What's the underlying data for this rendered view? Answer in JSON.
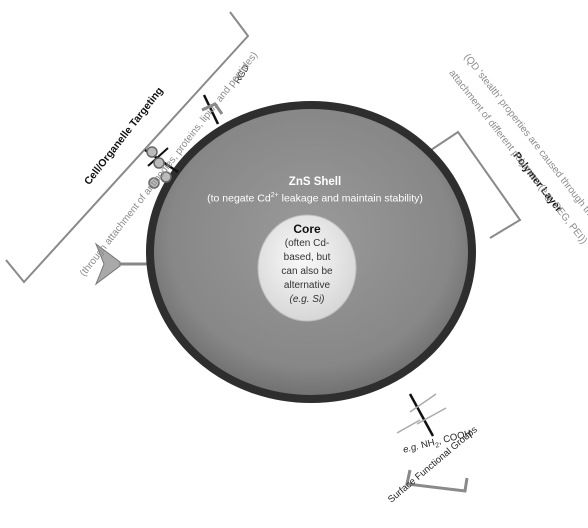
{
  "shell": {
    "title": "ZnS Shell",
    "subtitle_pre": "(to negate  Cd",
    "subtitle_sup": "2+",
    "subtitle_post": " leakage and maintain stability)"
  },
  "core": {
    "title": "Core",
    "lines": [
      "(often Cd-",
      "based, but",
      "can also be",
      "alternative",
      "(e.g. Si)"
    ]
  },
  "ligands": {
    "rgd": "RGD",
    "functional_groups_prefix": "e.g.",
    "functional_groups_nh": " NH",
    "functional_groups_sub": "2",
    "functional_groups_post": ",  COOH",
    "surface_functional_groups": "Surface Functional Groups"
  },
  "cell_targeting": {
    "title": "Cell/Organelle Targeting",
    "subtitle": "(through attachment of antibodies, proteins, lipids and peptides)"
  },
  "polymer_layer": {
    "title": "Polymer Layer",
    "subtitle_line1": "(QD 'stealth' properties are caused through the",
    "subtitle_line2": "attachment of different polymers (e.g. PEG, PEI))"
  },
  "colors": {
    "shell_ring": "#2e2e2e",
    "shell_fill": "#8a8a8a",
    "core_fill": "#e8e8e8",
    "bracket": "#8a8a8a",
    "muted_text": "#8c8c8c"
  }
}
